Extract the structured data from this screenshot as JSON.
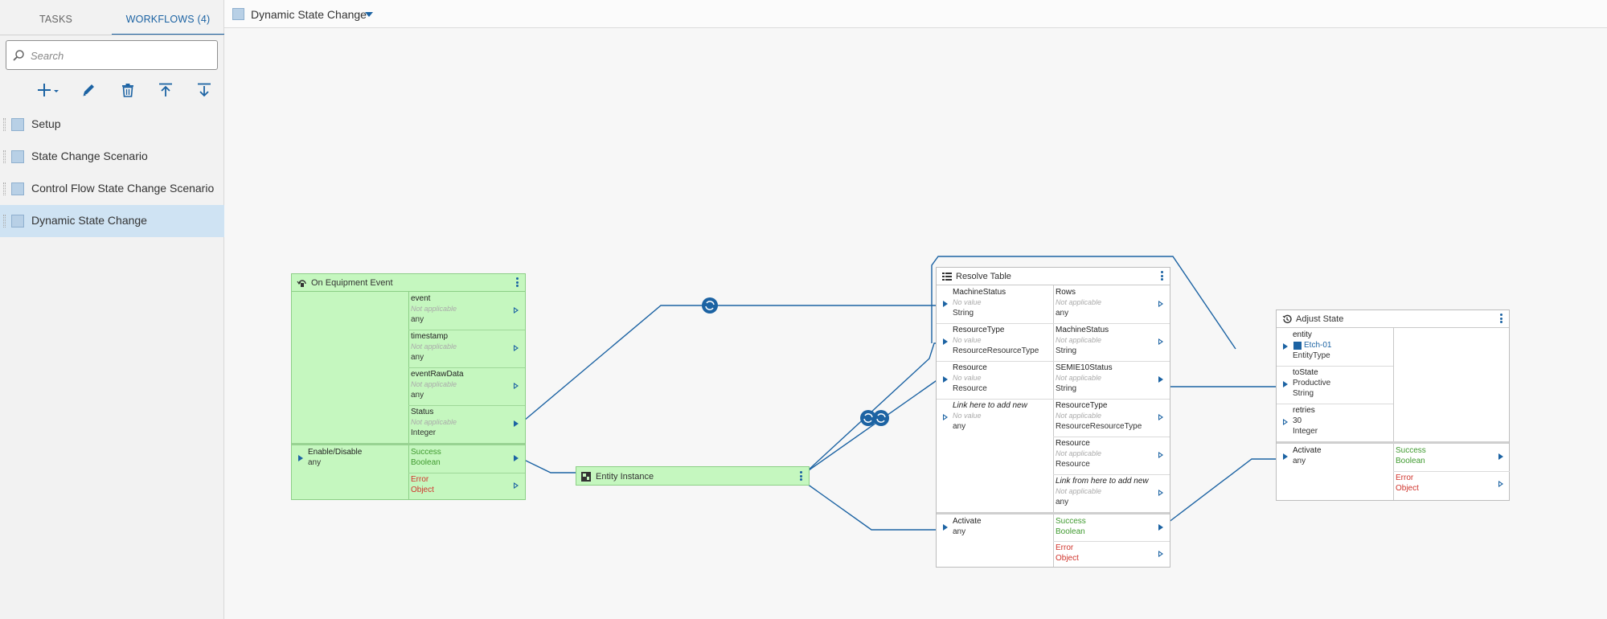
{
  "sidebar": {
    "tabs": [
      {
        "label": "TASKS"
      },
      {
        "label": "WORKFLOWS (4)"
      }
    ],
    "search_placeholder": "Search",
    "toolbar": {
      "add": "add-icon",
      "edit": "pencil-icon",
      "delete": "trash-icon",
      "move_top": "move-to-top-icon",
      "move_bottom": "move-to-bottom-icon"
    },
    "workflows": [
      {
        "label": "Setup"
      },
      {
        "label": "State Change Scenario"
      },
      {
        "label": "Control Flow State Change Scenario"
      },
      {
        "label": "Dynamic State Change"
      }
    ]
  },
  "header": {
    "title": "Dynamic State Change"
  },
  "nodes": {
    "equipment_event": {
      "title": "On Equipment Event",
      "outputs": [
        {
          "name": "event",
          "value": "Not applicable",
          "type": "any"
        },
        {
          "name": "timestamp",
          "value": "Not applicable",
          "type": "any"
        },
        {
          "name": "eventRawData",
          "value": "Not applicable",
          "type": "any"
        },
        {
          "name": "Status",
          "value": "Not applicable",
          "type": "Integer"
        }
      ],
      "control_in": {
        "name": "Enable/Disable",
        "type": "any"
      },
      "success": {
        "name": "Success",
        "type": "Boolean"
      },
      "error": {
        "name": "Error",
        "type": "Object"
      }
    },
    "entity_instance": {
      "title": "Entity Instance"
    },
    "resolve_table": {
      "title": "Resolve Table",
      "inputs": [
        {
          "name": "MachineStatus",
          "value": "No value",
          "type": "String"
        },
        {
          "name": "ResourceType",
          "value": "No value",
          "type": "ResourceResourceType"
        },
        {
          "name": "Resource",
          "value": "No value",
          "type": "Resource"
        },
        {
          "name": "Link here to add new",
          "value": "No value",
          "type": "any"
        }
      ],
      "outputs": [
        {
          "name": "Rows",
          "value": "Not applicable",
          "type": "any"
        },
        {
          "name": "MachineStatus",
          "value": "Not applicable",
          "type": "String"
        },
        {
          "name": "SEMIE10Status",
          "value": "Not applicable",
          "type": "String"
        },
        {
          "name": "ResourceType",
          "value": "Not applicable",
          "type": "ResourceResourceType"
        },
        {
          "name": "Resource",
          "value": "Not applicable",
          "type": "Resource"
        },
        {
          "name": "Link from here to add new",
          "value": "Not applicable",
          "type": "any"
        }
      ],
      "activate": {
        "name": "Activate",
        "type": "any"
      },
      "success": {
        "name": "Success",
        "type": "Boolean"
      },
      "error": {
        "name": "Error",
        "type": "Object"
      }
    },
    "adjust_state": {
      "title": "Adjust State",
      "inputs": [
        {
          "name": "entity",
          "value": "Etch-01",
          "type": "EntityType"
        },
        {
          "name": "toState",
          "value": "Productive",
          "type": "String"
        },
        {
          "name": "retries",
          "value": "30",
          "type": "Integer"
        }
      ],
      "activate": {
        "name": "Activate",
        "type": "any"
      },
      "success": {
        "name": "Success",
        "type": "Boolean"
      },
      "error": {
        "name": "Error",
        "type": "Object"
      }
    }
  },
  "colors": {
    "accent": "#1c63a3",
    "node_green": "#c5f7bf",
    "success": "#3f9a2f",
    "error": "#d0342c"
  }
}
